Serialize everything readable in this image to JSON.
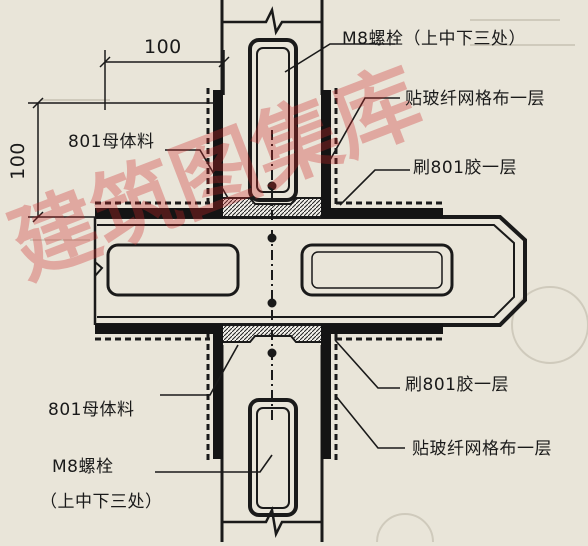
{
  "dimensions": {
    "horizontal": "100",
    "vertical": "100"
  },
  "labels": {
    "bolt_top": "M8螺栓（上中下三处）",
    "mesh_top": "贴玻纤网格布一层",
    "mortar_top": "801母体料",
    "glue_top": "刷801胶一层",
    "glue_bottom": "刷801胶一层",
    "mortar_bottom": "801母体料",
    "mesh_bottom": "贴玻纤网格布一层",
    "bolt_bottom_line1": "M8螺栓",
    "bolt_bottom_line2": "（上中下三处）"
  },
  "watermark": {
    "text": "建筑图集库",
    "color": "#cd2828"
  }
}
